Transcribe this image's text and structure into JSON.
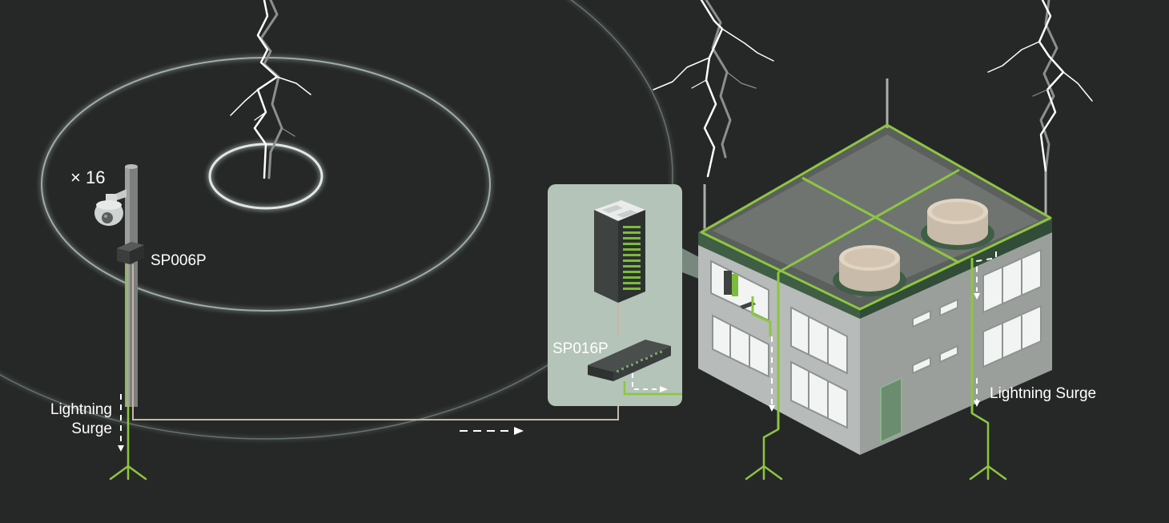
{
  "labels": {
    "camera_count": "× 16",
    "pole_device": "SP006P",
    "switch_device": "SP016P",
    "surge_left_line1": "Lightning",
    "surge_left_line2": "Surge",
    "surge_right": "Lightning Surge"
  },
  "colors": {
    "background": "#262828",
    "ground_wire": "#8dc63f",
    "cable": "#c7b7a3",
    "panel": "#b4c4b8",
    "ring": "#d7e6dc",
    "lightning": "#ffffff"
  }
}
